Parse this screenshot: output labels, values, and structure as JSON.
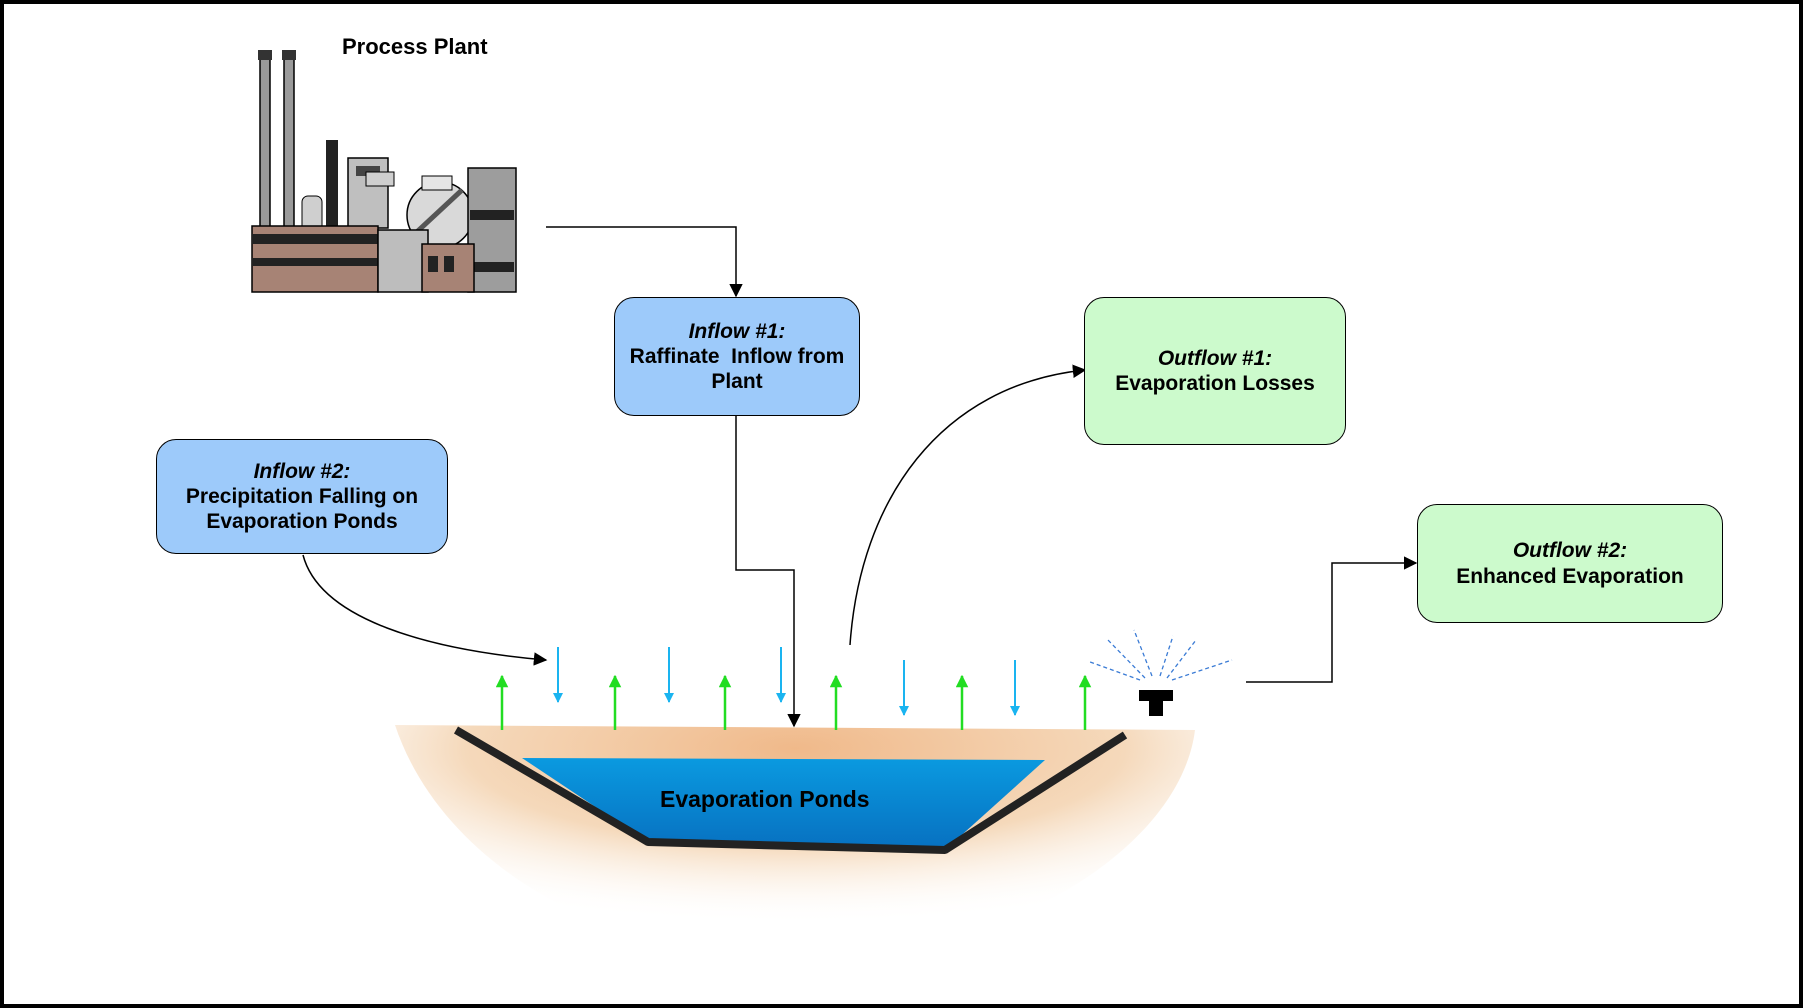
{
  "title": "Process Plant",
  "inflow1": {
    "heading": "Inflow #1:",
    "lines": [
      "Raffinate  Inflow from",
      "Plant"
    ]
  },
  "inflow2": {
    "heading": "Inflow #2:",
    "lines": [
      "Precipitation Falling on",
      "Evaporation Ponds"
    ]
  },
  "outflow1": {
    "heading": "Outflow #1:",
    "lines": [
      "Evaporation Losses"
    ]
  },
  "outflow2": {
    "heading": "Outflow #2:",
    "lines": [
      "Enhanced Evaporation"
    ]
  },
  "pond_label": "Evaporation Ponds",
  "colors": {
    "inflow_box": "#9dcafa",
    "outflow_box": "#ccfacc",
    "water": "#0a8fd6",
    "soil": "#f2c79a",
    "rain_arrow": "#1ab4f0",
    "evap_arrow": "#22dd22",
    "spray": "#3a7bd5"
  },
  "icons": [
    "factory-icon",
    "sprinkler-icon"
  ]
}
